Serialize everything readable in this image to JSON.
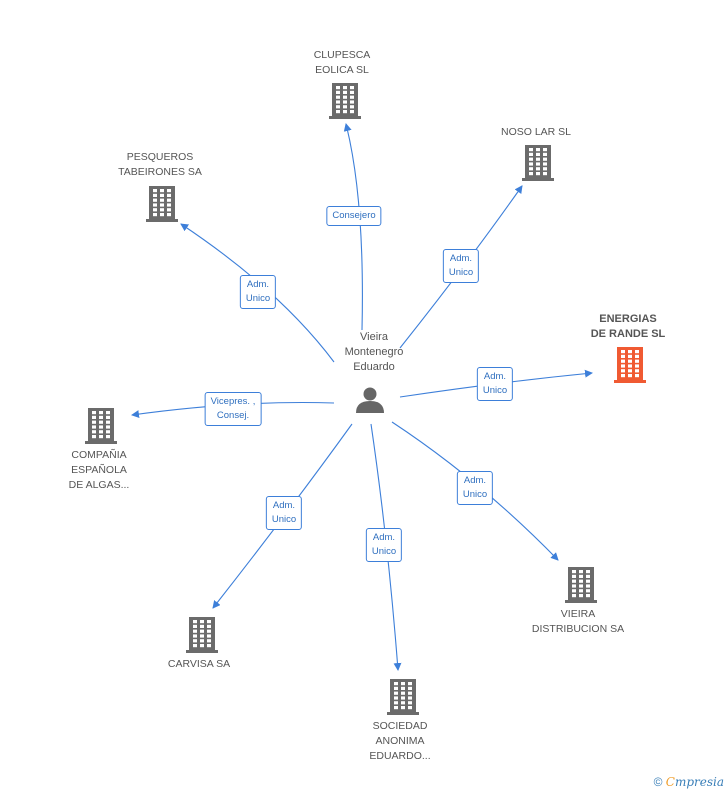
{
  "center": {
    "name": "Vieira\nMontenegro\nEduardo",
    "icon": "person-icon",
    "color": "#666666"
  },
  "accent_color": "#3d7fd9",
  "highlight_color": "#f05a32",
  "companies": [
    {
      "id": "clupesca",
      "name": "CLUPESCA\nEOLICA SL",
      "role": "Consejero",
      "highlight": false
    },
    {
      "id": "noso-lar",
      "name": "NOSO LAR SL",
      "role": "Adm.\nUnico",
      "highlight": false
    },
    {
      "id": "pesqueros-tabeirones",
      "name": "PESQUEROS\nTABEIRONES SA",
      "role": "Adm.\nUnico",
      "highlight": false
    },
    {
      "id": "energias-rande",
      "name": "ENERGIAS\nDE RANDE SL",
      "role": "Adm.\nUnico",
      "highlight": true
    },
    {
      "id": "compania-espanola-algas",
      "name": "COMPAÑIA\nESPAÑOLA\nDE ALGAS...",
      "role": "Vicepres. ,\nConsej.",
      "highlight": false
    },
    {
      "id": "vieira-distribucion",
      "name": "VIEIRA\nDISTRIBUCION SA",
      "role": "Adm.\nUnico",
      "highlight": false
    },
    {
      "id": "carvisa",
      "name": "CARVISA SA",
      "role": "Adm.\nUnico",
      "highlight": false
    },
    {
      "id": "sociedad-anonima-eduardo",
      "name": "SOCIEDAD\nANONIMA\nEDUARDO...",
      "role": "Adm.\nUnico",
      "highlight": false
    }
  ],
  "footer": {
    "copyright": "©",
    "brand_first": "C",
    "brand_rest": "mpresia"
  }
}
